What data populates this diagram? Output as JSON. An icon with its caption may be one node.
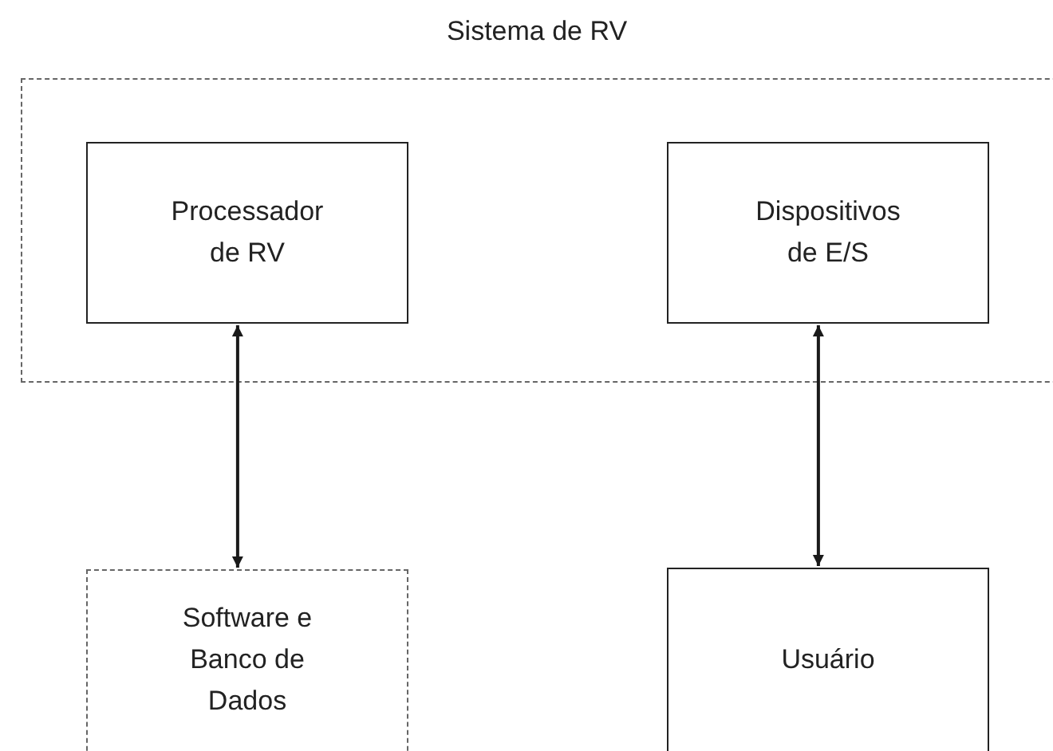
{
  "diagram": {
    "nodes": [
      {
        "text": [
          "Sistema de RV"
        ]
      },
      {
        "text": [
          "Processador de RV"
        ],
        "in": 0
      },
      {
        "text": [
          "Dispositivos de E/S"
        ],
        "in": 0
      },
      {
        "text": [
          "Software e Banco de Dados"
        ]
      },
      {
        "text": [
          "Usuário"
        ]
      }
    ],
    "edges": [
      {
        "from": 1,
        "to": 3,
        "arrow": "both"
      },
      {
        "from": 2,
        "to": 4,
        "arrow": "both"
      }
    ]
  }
}
